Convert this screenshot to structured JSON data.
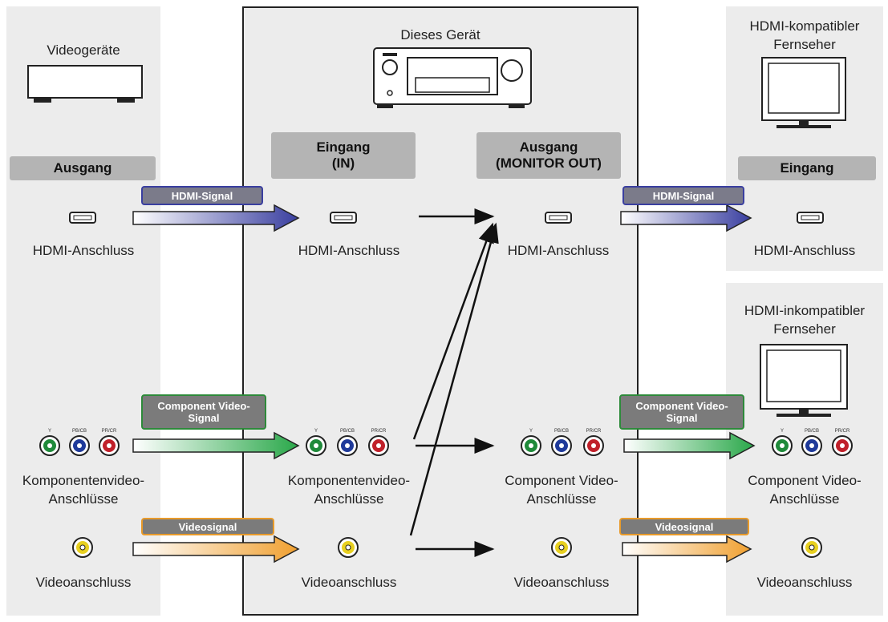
{
  "left": {
    "device_label": "Videogeräte",
    "header": "Ausgang",
    "hdmi_label": "HDMI-Anschluss",
    "component_label_1": "Komponentenvideo-",
    "component_label_2": "Anschlüsse",
    "video_label": "Videoanschluss"
  },
  "center": {
    "device_label": "Dieses Gerät",
    "in_header_1": "Eingang",
    "in_header_2": "(IN)",
    "out_header_1": "Ausgang",
    "out_header_2": "(MONITOR OUT)",
    "in_hdmi_label": "HDMI-Anschluss",
    "in_component_label_1": "Komponentenvideo-",
    "in_component_label_2": "Anschlüsse",
    "in_video_label": "Videoanschluss",
    "out_hdmi_label": "HDMI-Anschluss",
    "out_component_label_1": "Component Video-",
    "out_component_label_2": "Anschlüsse",
    "out_video_label": "Videoanschluss"
  },
  "right_top": {
    "device_label_1": "HDMI-kompatibler",
    "device_label_2": "Fernseher",
    "header": "Eingang",
    "hdmi_label": "HDMI-Anschluss"
  },
  "right_bottom": {
    "device_label_1": "HDMI-inkompatibler",
    "device_label_2": "Fernseher",
    "component_label_1": "Component Video-",
    "component_label_2": "Anschlüsse",
    "video_label": "Videoanschluss"
  },
  "signals": {
    "hdmi": "HDMI-Signal",
    "component_1": "Component Video-",
    "component_2": "Signal",
    "video": "Videosignal"
  },
  "jack_captions": {
    "y": "Y",
    "pb": "PB/CB",
    "pr": "PR/CR"
  },
  "colors": {
    "panel": "#ececec",
    "header": "#b4b4b4",
    "hdmi_arrow": "#3a3fa0",
    "component_arrow": "#2aa84a",
    "video_arrow": "#f0a030",
    "jack_green": "#1f8a3a",
    "jack_blue": "#1f3a9a",
    "jack_red": "#c0202a",
    "jack_yellow": "#e8d020"
  }
}
